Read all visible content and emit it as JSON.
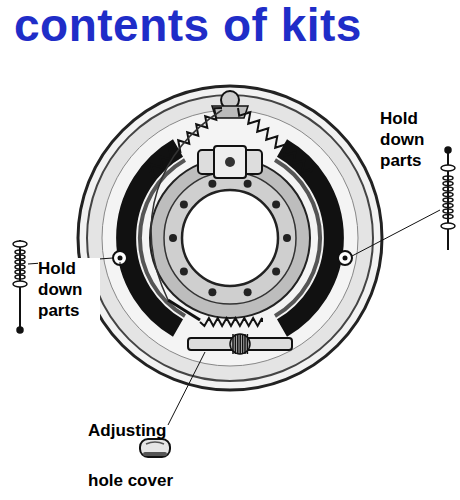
{
  "diagram": {
    "title": "contents of kits",
    "labels": [
      "Hold down parts",
      "Hold down parts",
      "Adjusting hole cover"
    ]
  }
}
